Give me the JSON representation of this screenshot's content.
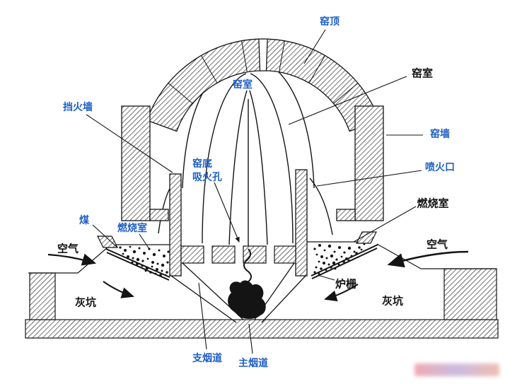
{
  "colors": {
    "label_blue": "#2060c8",
    "label_black": "#121212",
    "ink": "#141414"
  },
  "labels": {
    "kiln_top": "窑顶",
    "kiln_chamber_inner": "窑室",
    "kiln_chamber_right": "窑室",
    "fire_screen_wall": "挡火墙",
    "kiln_wall": "窑墙",
    "flame_port": "喷火口",
    "floor_vent_line1": "窑底",
    "floor_vent_line2": "吸火孔",
    "coal": "煤",
    "combustion_chamber_left": "燃烧室",
    "combustion_chamber_right": "燃烧室",
    "air_left": "空气",
    "air_right": "空气",
    "ash_pit_left": "灰坑",
    "ash_pit_right": "灰坑",
    "grate": "炉栅",
    "branch_flue": "支烟道",
    "main_flue": "主烟道"
  }
}
